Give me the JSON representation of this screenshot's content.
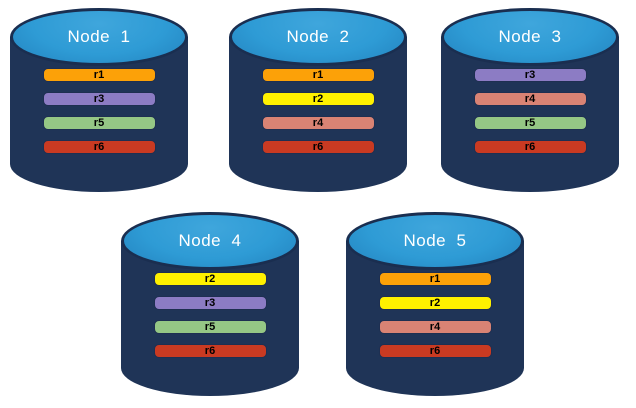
{
  "diagram": {
    "description": "Five database node cylinders showing replica placement of ranges r1-r6 across nodes",
    "colors": {
      "body_navy": "#1F3457",
      "ellipse_blue": "#2E9BD5",
      "ellipse_blue_light": "#3FA6DC",
      "ellipse_blue_dark": "#2383BF",
      "ellipse_border": "#1A2E50",
      "bar_border": "#1E2F51",
      "background": "#FFFFFF",
      "node_label_text": "#FFFFFF",
      "bar_label_text": "#000000"
    },
    "replica_colors": {
      "r1": "#FCA108",
      "r2": "#FFF100",
      "r3": "#8C7CC4",
      "r4": "#D98374",
      "r5": "#95C785",
      "r6": "#C93A22"
    },
    "nodes": [
      {
        "label": "Node  1",
        "replicas": [
          "r1",
          "r3",
          "r5",
          "r6"
        ]
      },
      {
        "label": "Node  2",
        "replicas": [
          "r1",
          "r2",
          "r4",
          "r6"
        ]
      },
      {
        "label": "Node  3",
        "replicas": [
          "r3",
          "r4",
          "r5",
          "r6"
        ]
      },
      {
        "label": "Node  4",
        "replicas": [
          "r2",
          "r3",
          "r5",
          "r6"
        ]
      },
      {
        "label": "Node  5",
        "replicas": [
          "r1",
          "r2",
          "r4",
          "r6"
        ]
      }
    ]
  }
}
